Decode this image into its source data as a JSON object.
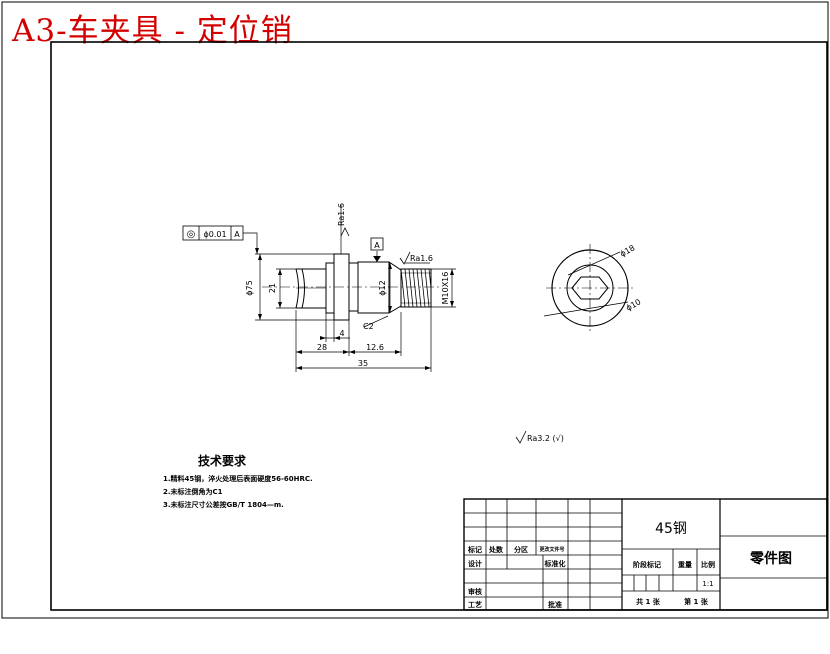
{
  "banner_title": "A3-车夹具 - 定位销",
  "gdt": {
    "symbol": "◎",
    "tolerance": "ϕ0.01",
    "datum": "A"
  },
  "datum_label": "A",
  "roughness": {
    "r1": "Ra1.6",
    "r2": "Ra1.6",
    "general": "Ra3.2 (√)"
  },
  "dimensions": {
    "d_075": "ϕ75",
    "d_21": "21",
    "d_12": "ϕ12",
    "thread": "M10X16",
    "len_28": "28",
    "len_4": "4",
    "len_126": "12.6",
    "len_35": "35",
    "chamfer": "C2",
    "end_d18": "ϕ18",
    "end_d10": "ϕ10"
  },
  "tech_requirements": {
    "heading": "技术要求",
    "items": [
      "1.精料45钢，淬火处理后表面硬度56-60HRC.",
      "2.未标注倒角为C1",
      "3.未标注尺寸公差按GB/T 1804—m."
    ]
  },
  "title_block": {
    "material": "45钢",
    "part_name": "零件图",
    "labels": {
      "mark": "标记",
      "count": "处数",
      "zone": "分区",
      "doc_no": "更改文件号",
      "design": "设计",
      "standardize": "标准化",
      "stage_mark": "阶段标记",
      "weight": "重量",
      "scale": "比例",
      "review": "审核",
      "process": "工艺",
      "approve": "批准",
      "sheets_total": "共 1 张",
      "sheet_no": "第 1 张"
    },
    "scale_value": "1:1"
  }
}
